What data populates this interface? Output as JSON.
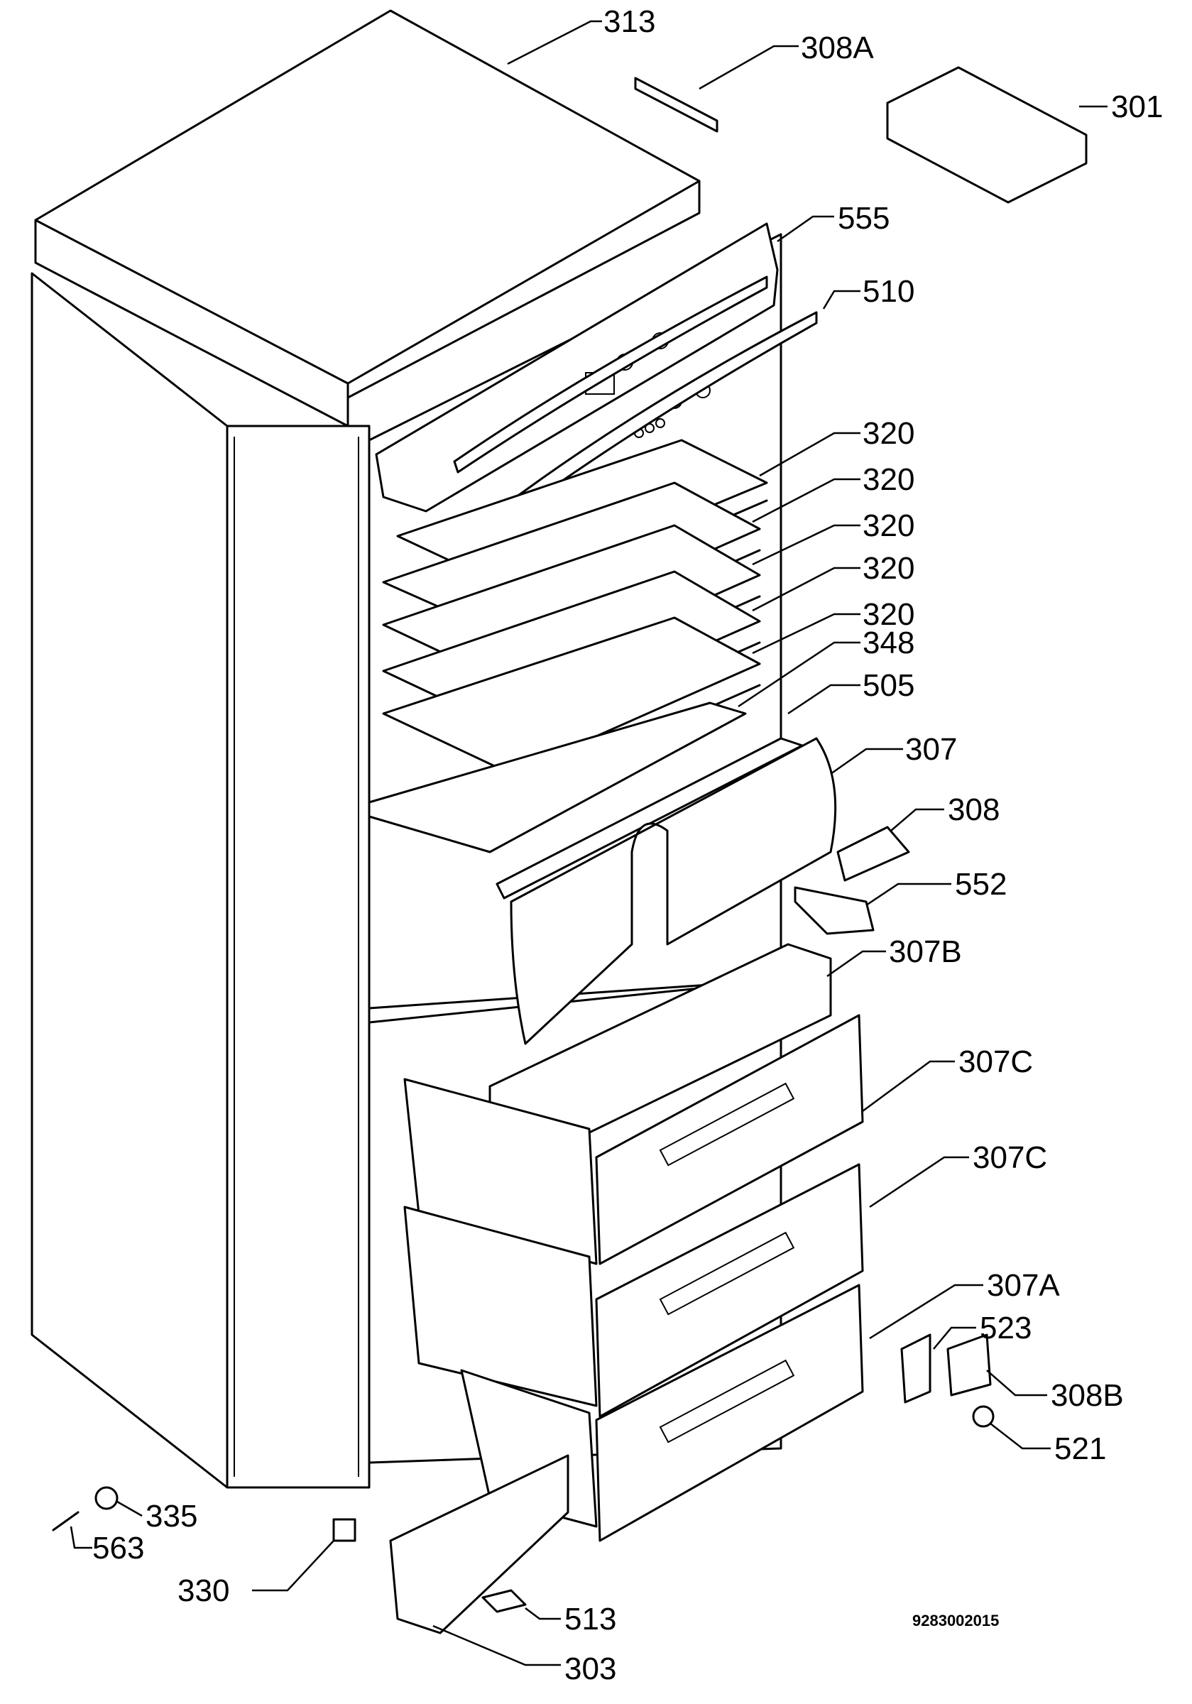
{
  "labels": {
    "l313": "313",
    "l308a": "308A",
    "l301": "301",
    "l555": "555",
    "l510": "510",
    "l320a": "320",
    "l320b": "320",
    "l320c": "320",
    "l320d": "320",
    "l320e": "320",
    "l348": "348",
    "l505": "505",
    "l307": "307",
    "l308": "308",
    "l552": "552",
    "l307b": "307B",
    "l307c1": "307C",
    "l307c2": "307C",
    "l307a": "307A",
    "l523": "523",
    "l308b": "308B",
    "l521": "521",
    "l335": "335",
    "l563": "563",
    "l330": "330",
    "l513": "513",
    "l303": "303"
  },
  "drawing_code": "9283002015"
}
